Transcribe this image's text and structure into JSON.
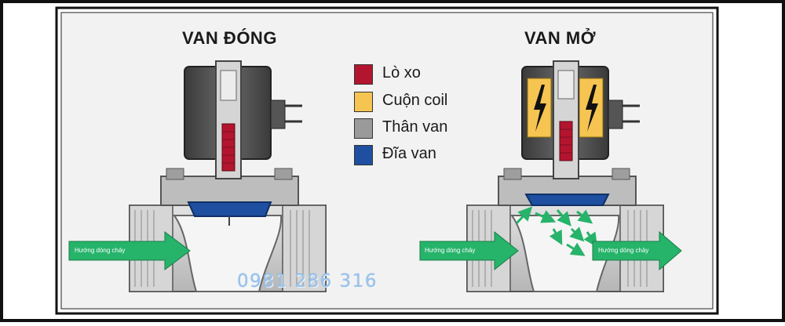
{
  "titles": {
    "closed": "VAN ĐÓNG",
    "open": "VAN MỞ"
  },
  "legend": [
    {
      "label": "Lò xo",
      "color": "#b3152f"
    },
    {
      "label": "Cuộn coil",
      "color": "#f6c451"
    },
    {
      "label": "Thân van",
      "color": "#9a9a9a"
    },
    {
      "label": "Đĩa van",
      "color": "#1e4fa0"
    }
  ],
  "flow_label": "Hướng dòng chảy",
  "watermark_phone": "0981 286 316",
  "colors": {
    "frame": "#111111",
    "panel": "#f2f2f2",
    "body_metal": "#c9c9c9",
    "coil_dark": "#4a4a4a",
    "flow_arrow": "#26b36a"
  }
}
